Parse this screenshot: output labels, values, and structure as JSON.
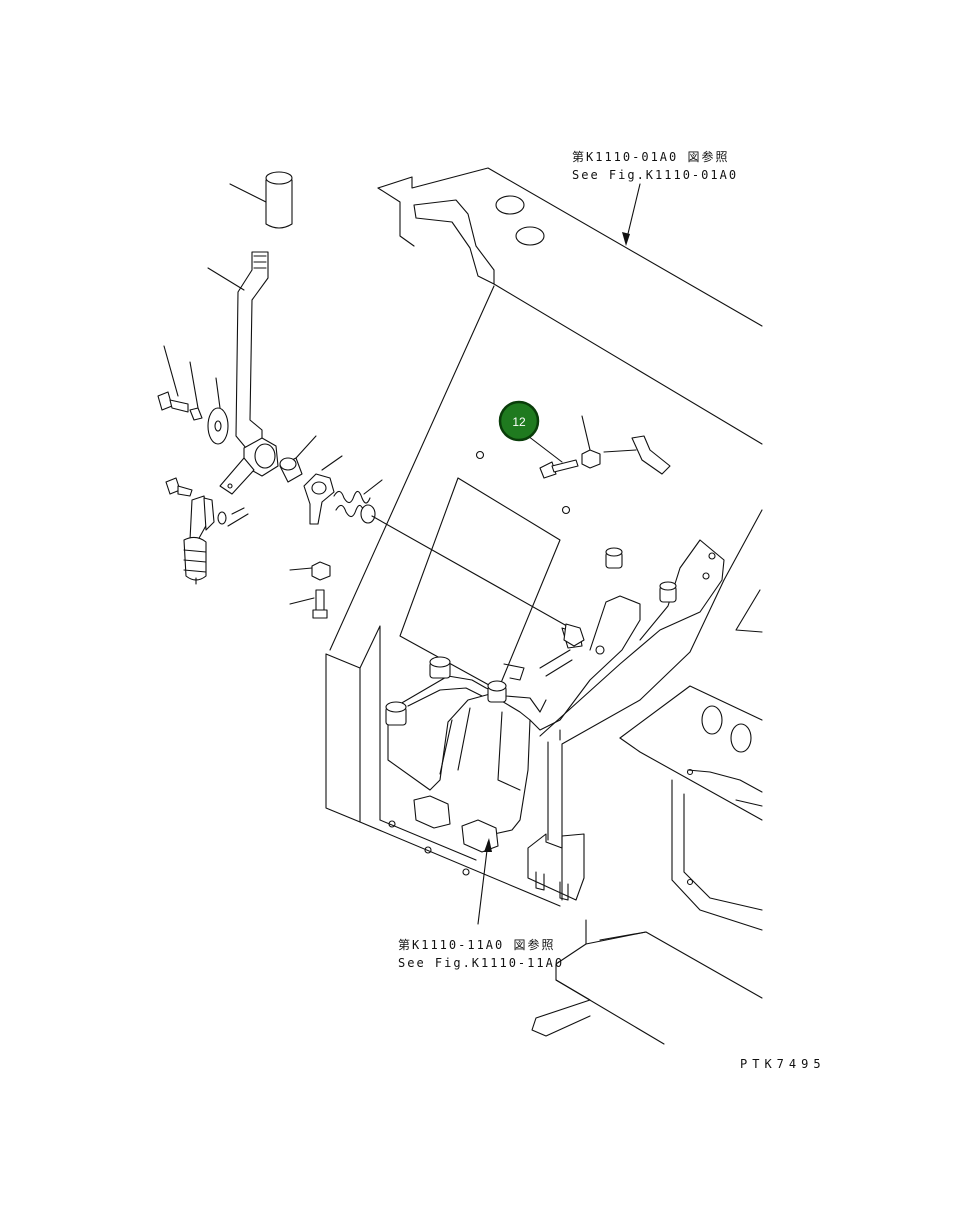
{
  "references": {
    "top": {
      "jp": "第K1110-01A0 図参照",
      "en": "See Fig.K1110-01A0"
    },
    "bottom": {
      "jp": "第K1110-11A0 図参照",
      "en": "See Fig.K1110-11A0"
    }
  },
  "callout": {
    "number": "12",
    "color": "#1f7a1f",
    "ring": "#0a3d0a",
    "text_color": "#ffffff"
  },
  "drawing_code": "PTK7495",
  "icons": [
    "lever-knob-icon",
    "control-lever-icon",
    "bolt-icon",
    "nut-icon",
    "washer-icon",
    "bushing-icon",
    "spring-icon",
    "rod-end-icon",
    "bracket-icon",
    "frame-icon"
  ]
}
